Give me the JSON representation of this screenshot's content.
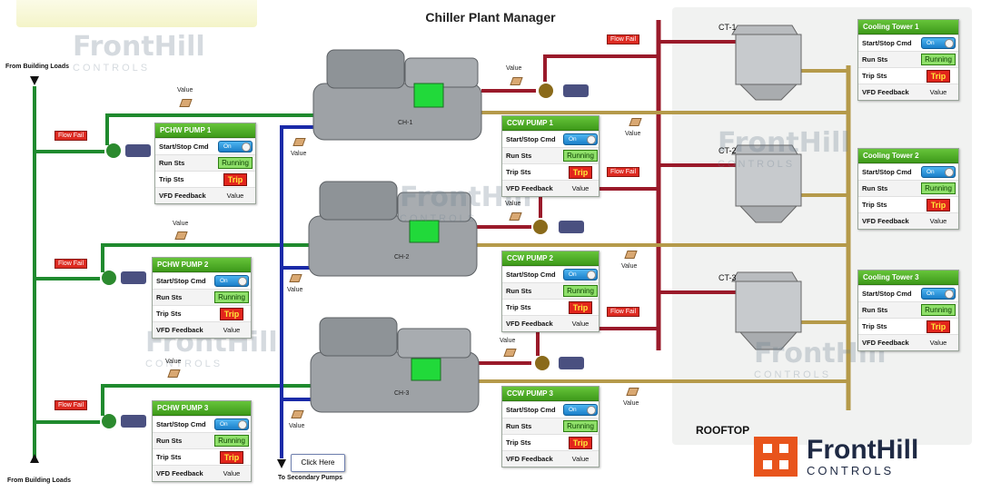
{
  "title": "Chiller Plant Manager",
  "labels": {
    "from_building_loads": "From Building Loads",
    "to_secondary_pumps": "To Secondary Pumps",
    "rooftop": "ROOFTOP",
    "click_here": "Click Here",
    "value": "Value",
    "flow_fail": "Flow Fail"
  },
  "chillers": [
    "CH-1",
    "CH-2",
    "CH-3"
  ],
  "cooling_tower_names": [
    "CT-1",
    "CT-2",
    "CT-3"
  ],
  "row_labels": {
    "start_stop": "Start/Stop Cmd",
    "run_sts": "Run Sts",
    "trip_sts": "Trip Sts",
    "vfd": "VFD Feedback"
  },
  "states": {
    "on": "On",
    "running": "Running",
    "trip": "Trip",
    "value": "Value"
  },
  "pchw_panels": [
    "PCHW PUMP 1",
    "PCHW PUMP 2",
    "PCHW PUMP 3"
  ],
  "ccw_panels": [
    "CCW PUMP 1",
    "CCW PUMP 2",
    "CCW PUMP 3"
  ],
  "ct_panels": [
    "Cooling Tower 1",
    "Cooling Tower 2",
    "Cooling Tower 3"
  ],
  "brand": {
    "name": "FrontHill",
    "sub": "CONTROLS",
    "accent": "#e8541c",
    "navy": "#1f2a44"
  },
  "colors": {
    "chw_supply": "#1f8a2e",
    "condenser": "#9a1a2a",
    "return": "#b59a4a",
    "secondary": "#1a2aa8",
    "panel_header": "#4fae28"
  }
}
